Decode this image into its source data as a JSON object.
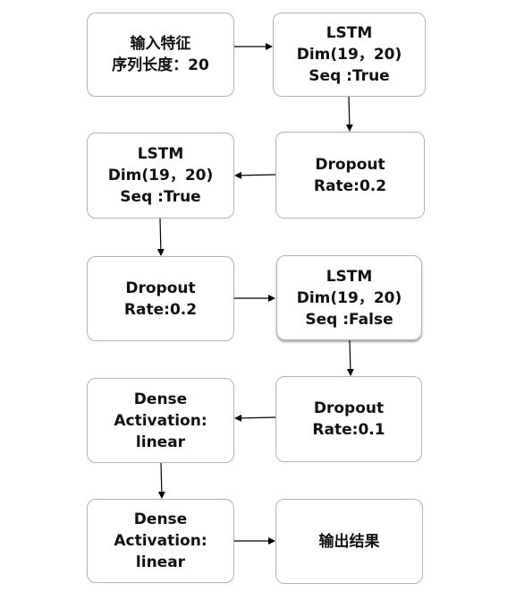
{
  "nodes": [
    {
      "id": "input",
      "lines": [
        "输入特征",
        "序列长度：20"
      ]
    },
    {
      "id": "lstm-1",
      "lines": [
        "LSTM",
        "Dim(19，20)",
        "Seq :True"
      ]
    },
    {
      "id": "dropout-1",
      "lines": [
        "Dropout",
        "Rate:0.2"
      ]
    },
    {
      "id": "lstm-2",
      "lines": [
        "LSTM",
        "Dim(19，20)",
        "Seq :True"
      ]
    },
    {
      "id": "dropout-2",
      "lines": [
        "Dropout",
        "Rate:0.2"
      ]
    },
    {
      "id": "lstm-3",
      "lines": [
        "LSTM",
        "Dim(19，20)",
        "Seq :False"
      ]
    },
    {
      "id": "dropout-3",
      "lines": [
        "Dropout",
        "Rate:0.1"
      ]
    },
    {
      "id": "dense-1",
      "lines": [
        "Dense",
        "Activation:",
        "linear"
      ]
    },
    {
      "id": "dense-2",
      "lines": [
        "Dense",
        "Activation:",
        "linear"
      ]
    },
    {
      "id": "output",
      "lines": [
        "输出结果"
      ]
    }
  ]
}
